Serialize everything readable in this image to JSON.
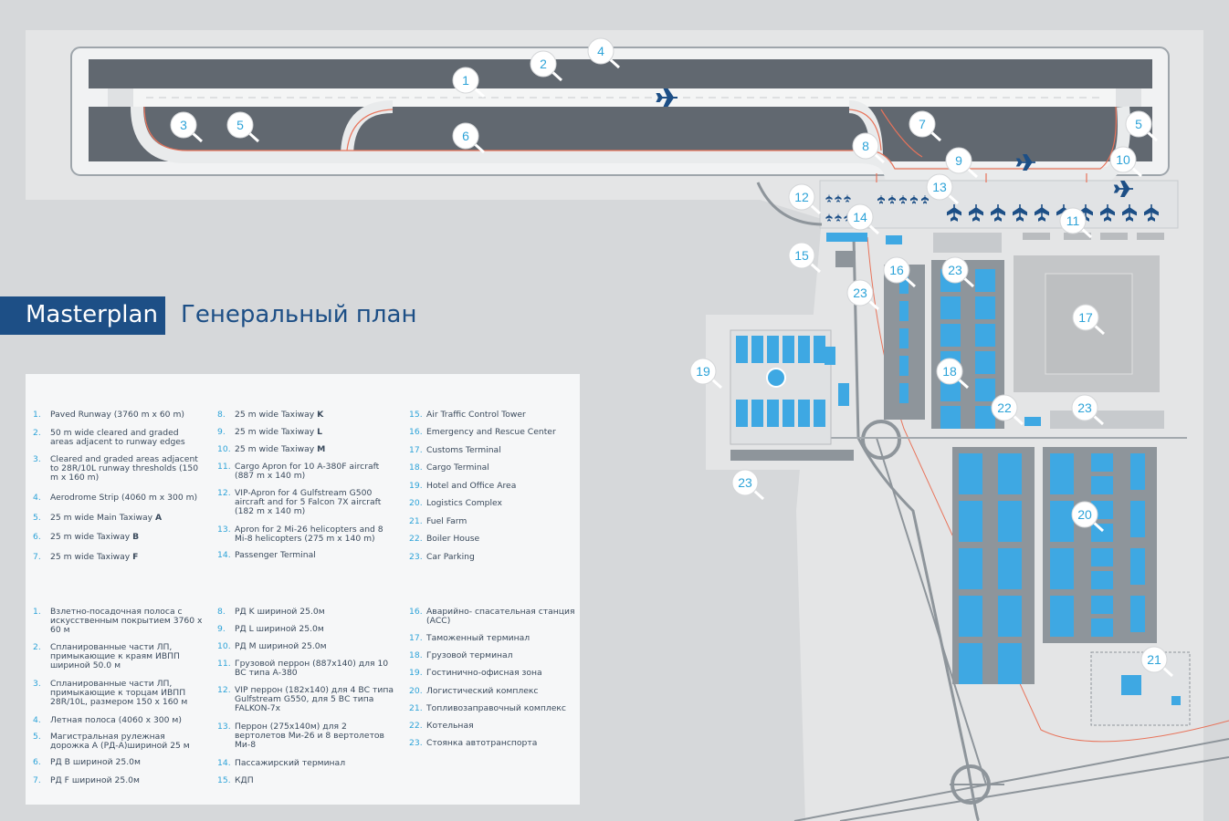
{
  "title": {
    "en": "Masterplan",
    "ru": "Генеральный план"
  },
  "colors": {
    "accent": "#1d4f86",
    "number": "#2da3d8",
    "building": "#3ea8e3",
    "aircraft": "#1d4f86",
    "taxiway_line": "#e8735a"
  },
  "legend_en": [
    {
      "n": "1.",
      "t": "Paved Runway (3760 m x 60 m)"
    },
    {
      "n": "2.",
      "t": "50 m wide cleared and graded areas adjacent to runway edges"
    },
    {
      "n": "3.",
      "t": "Cleared and graded areas adjacent to 28R/10L runway thresholds (150 m x 160 m)"
    },
    {
      "n": "4.",
      "t": "Aerodrome Strip (4060 m x 300 m)"
    },
    {
      "n": "5.",
      "t": "25 m wide Main Taxiway ",
      "b": "A"
    },
    {
      "n": "6.",
      "t": "25 m wide Taxiway ",
      "b": "B"
    },
    {
      "n": "7.",
      "t": "25 m wide Taxiway ",
      "b": "F"
    },
    {
      "n": "8.",
      "t": "25 m wide Taxiway ",
      "b": "K"
    },
    {
      "n": "9.",
      "t": "25 m wide Taxiway ",
      "b": "L"
    },
    {
      "n": "10.",
      "t": "25 m wide Taxiway ",
      "b": "M"
    },
    {
      "n": "11.",
      "t": "Cargo Apron for 10 A-380F aircraft (887 m x 140 m)"
    },
    {
      "n": "12.",
      "t": "VIP-Apron for 4 Gulfstream G500 aircraft and for 5 Falcon 7X aircraft (182 m x 140 m)"
    },
    {
      "n": "13.",
      "t": "Apron for 2 Mi-26 helicopters and 8 Mi-8 helicopters (275 m x 140 m)"
    },
    {
      "n": "14.",
      "t": "Passenger Terminal"
    },
    {
      "n": "15.",
      "t": "Air Traffic Control Tower"
    },
    {
      "n": "16.",
      "t": "Emergency and Rescue Center"
    },
    {
      "n": "17.",
      "t": "Customs Terminal"
    },
    {
      "n": "18.",
      "t": "Cargo Terminal"
    },
    {
      "n": "19.",
      "t": "Hotel and Office Area"
    },
    {
      "n": "20.",
      "t": "Logistics Complex"
    },
    {
      "n": "21.",
      "t": "Fuel Farm"
    },
    {
      "n": "22.",
      "t": "Boiler House"
    },
    {
      "n": "23.",
      "t": "Car Parking"
    }
  ],
  "legend_ru": [
    {
      "n": "1.",
      "t": "Взлетно-посадочная полоса с искусственным покрытием 3760 х 60 м"
    },
    {
      "n": "2.",
      "t": "Спланированные части ЛП, примыкающие к краям ИВПП шириной 50.0 м"
    },
    {
      "n": "3.",
      "t": "Спланированные части ЛП, примыкающие к торцам ИВПП 28R/10L, размером 150 х 160 м"
    },
    {
      "n": "4.",
      "t": "Летная полоса (4060 х 300 м)"
    },
    {
      "n": "5.",
      "t": "Магистральная рулежная дорожка А (РД-А)шириной 25 м"
    },
    {
      "n": "6.",
      "t": "РД B шириной 25.0м"
    },
    {
      "n": "7.",
      "t": "РД F шириной 25.0м"
    },
    {
      "n": "8.",
      "t": "РД K шириной 25.0м"
    },
    {
      "n": "9.",
      "t": "РД L шириной 25.0м"
    },
    {
      "n": "10.",
      "t": "РД M шириной 25.0м"
    },
    {
      "n": "11.",
      "t": "Грузовой перрон (887х140) для 10 ВС типа А-380"
    },
    {
      "n": "12.",
      "t": "VIP перрон (182х140) для 4 ВС типа Gulfstream G550, для 5 ВС типа FALKON-7x"
    },
    {
      "n": "13.",
      "t": "Перрон (275х140м) для 2 вертолетов Ми-26 и 8 вертолетов Ми-8"
    },
    {
      "n": "14.",
      "t": "Пассажирский терминал"
    },
    {
      "n": "15.",
      "t": "КДП"
    },
    {
      "n": "16.",
      "t": "Аварийно- спасательная станция (АСС)"
    },
    {
      "n": "17.",
      "t": "Таможенный терминал"
    },
    {
      "n": "18.",
      "t": "Грузовой терминал"
    },
    {
      "n": "19.",
      "t": "Гостинично-офисная зона"
    },
    {
      "n": "20.",
      "t": "Логистический комплекс"
    },
    {
      "n": "21.",
      "t": "Топливозаправочный комплекс"
    },
    {
      "n": "22.",
      "t": "Котельная"
    },
    {
      "n": "23.",
      "t": "Стоянка автотранспорта"
    }
  ],
  "callouts": [
    "1",
    "2",
    "3",
    "4",
    "5",
    "5",
    "6",
    "7",
    "8",
    "9",
    "10",
    "11",
    "12",
    "13",
    "14",
    "15",
    "16",
    "17",
    "18",
    "19",
    "20",
    "21",
    "22",
    "23",
    "23",
    "23",
    "23"
  ]
}
